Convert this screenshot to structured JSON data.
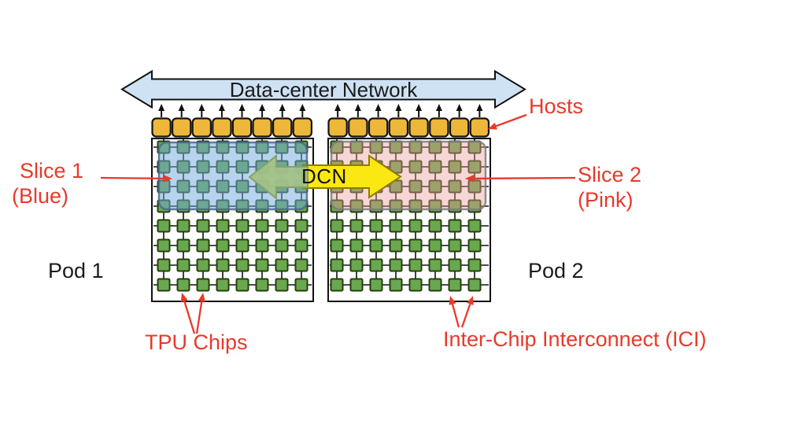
{
  "figure": {
    "type": "diagram",
    "topic": "TPU pods, slices, hosts and interconnect"
  },
  "labels": {
    "dcn_bar": "Data-center Network",
    "dcn_arrow": "DCN",
    "hosts": "Hosts",
    "slice1_line1": "Slice 1",
    "slice1_line2": "(Blue)",
    "slice2_line1": "Slice 2",
    "slice2_line2": "(Pink)",
    "pod1": "Pod 1",
    "pod2": "Pod 2",
    "tpu_chips": "TPU Chips",
    "ici": "Inter-Chip Interconnect (ICI)"
  },
  "structure": {
    "pods": [
      {
        "name": "Pod 1",
        "hosts": 8,
        "chip_rows": 8,
        "chip_cols": 8,
        "slice": "Slice 1 (Blue)",
        "slice_rows_covered": 4
      },
      {
        "name": "Pod 2",
        "hosts": 8,
        "chip_rows": 8,
        "chip_cols": 8,
        "slice": "Slice 2 (Pink)",
        "slice_rows_covered": 4
      }
    ],
    "host_uplink_arrows_per_pod": 8
  },
  "colors": {
    "dcn_bar_fill": "#cfe2f3",
    "outline": "#111111",
    "host_fill": "#edb73a",
    "chip_fill": "#6aa84f",
    "chip_stroke": "#26400f",
    "grid_line": "#111111",
    "slice1_fill": "rgba(111,168,220,0.5)",
    "slice1_stroke": "rgba(73,104,143,0.85)",
    "slice2_fill": "rgba(234,153,153,0.4)",
    "slice2_stroke": "rgba(125,125,125,0.85)",
    "green_arrow_fill": "rgba(162,193,135,0.95)",
    "green_arrow_stroke": "#86a168",
    "yellow_arrow_fill": "#fbe711",
    "yellow_arrow_stroke": "#8f7a00",
    "annotation_red": "#e8392b",
    "text_black": "#1b1b1b"
  }
}
